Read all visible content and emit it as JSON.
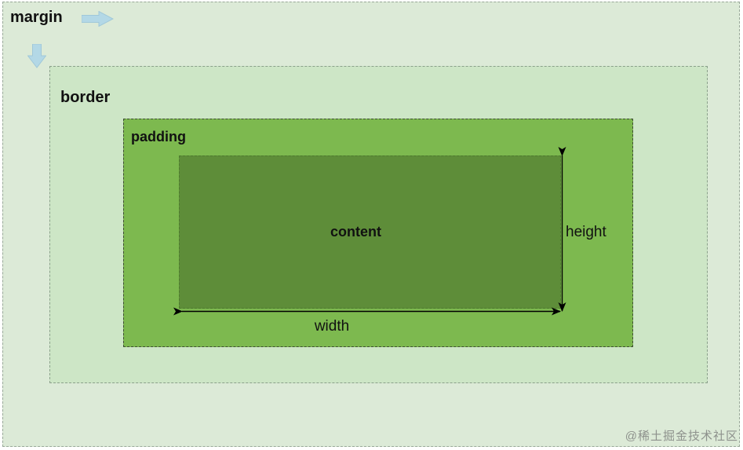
{
  "diagram": {
    "title_hint": "CSS box model diagram",
    "boxes": {
      "margin": {
        "label": "margin",
        "bg": "#dcead7",
        "border_color": "#98a898",
        "border_style": "dashed"
      },
      "border": {
        "label": "border",
        "bg": "#cde6c6",
        "border_color": "#8ba08b",
        "border_style": "dashed"
      },
      "padding": {
        "label": "padding",
        "bg": "#7db94f",
        "border_color": "#3e4e33",
        "border_style": "dashed"
      },
      "content": {
        "label": "content",
        "bg": "#5e8d39",
        "border_color": "#4d7a2e",
        "border_style": "dashed"
      }
    },
    "measurements": {
      "height_label": "height",
      "width_label": "width",
      "arrow_color": "#000000"
    },
    "decor_arrows": {
      "color": "#b3d8e6",
      "stroke": "#a0c8d9",
      "directions": [
        "right",
        "down"
      ]
    }
  },
  "watermark": {
    "text": "@稀土掘金技术社区"
  }
}
